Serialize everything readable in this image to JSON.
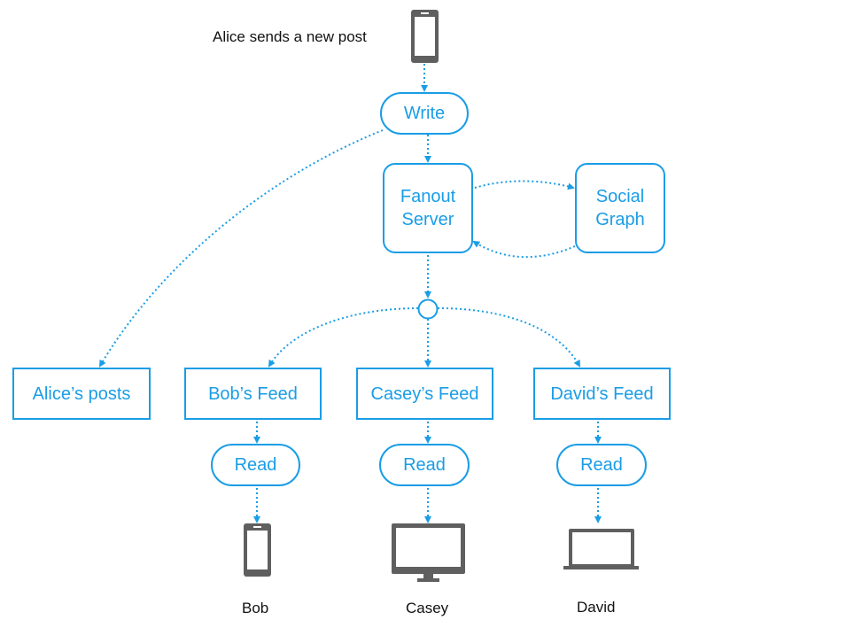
{
  "colors": {
    "accent": "#1a9de6",
    "device": "#5f5f5f",
    "text": "#111111"
  },
  "top": {
    "caption": "Alice sends a new post",
    "device": "smartphone-icon"
  },
  "write": {
    "label": "Write"
  },
  "fanout": {
    "line1": "Fanout",
    "line2": "Server"
  },
  "social": {
    "line1": "Social",
    "line2": "Graph"
  },
  "feeds": {
    "alice": "Alice’s posts",
    "bob": "Bob’s Feed",
    "casey": "Casey’s Feed",
    "david": "David’s Feed"
  },
  "readers": [
    {
      "action": "Read",
      "device": "smartphone-icon",
      "name": "Bob"
    },
    {
      "action": "Read",
      "device": "desktop-monitor-icon",
      "name": "Casey"
    },
    {
      "action": "Read",
      "device": "laptop-icon",
      "name": "David"
    }
  ]
}
